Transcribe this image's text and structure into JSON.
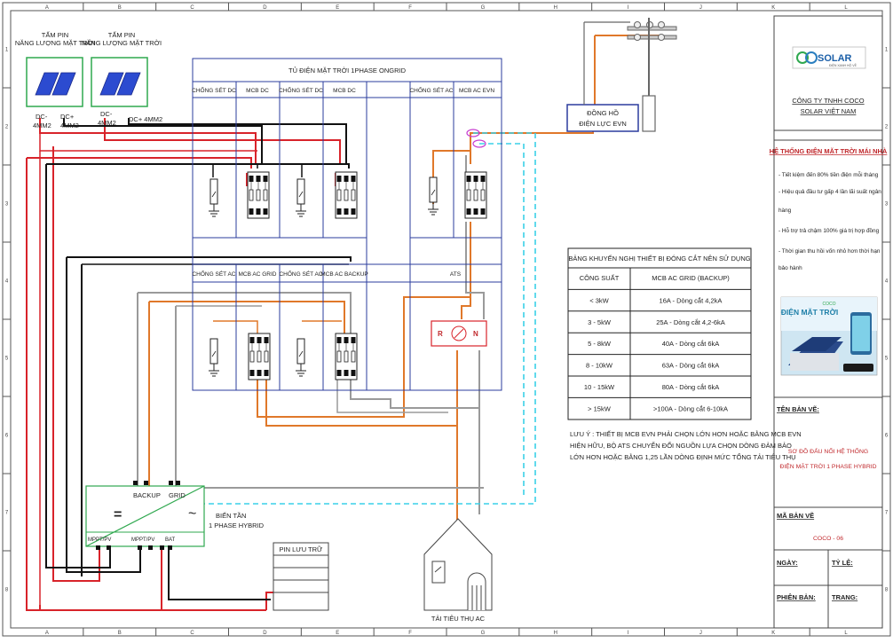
{
  "border": {
    "columns": [
      "A",
      "B",
      "C",
      "D",
      "E",
      "F",
      "G",
      "H",
      "I",
      "J",
      "K",
      "L"
    ],
    "rows": [
      "1",
      "2",
      "3",
      "4",
      "5",
      "6",
      "7",
      "8"
    ]
  },
  "panels": {
    "panel1_label_1": "TẤM PIN",
    "panel1_label_2": "NĂNG LƯỢNG MẶT TRỜI",
    "panel2_label_1": "TẤM PIN",
    "panel2_label_2": "NĂNG LƯỢNG MẶT TRỜI",
    "p1_neg": "DC-",
    "p1_neg_size": "4MM2",
    "p1_pos": "DC+",
    "p1_pos_size": "4MM2",
    "p2_neg": "DC-",
    "p2_neg_size": "4MM2",
    "p2_pos": "DC+ 4MM2"
  },
  "cabinet": {
    "title": "TỦ ĐIỆN MẶT TRỜI 1PHASE ONGRID",
    "top_headers": [
      "CHỐNG SÉT DC",
      "MCB DC",
      "CHỐNG SÉT DC",
      "MCB DC",
      "CHỐNG SÉT AC",
      "MCB AC EVN"
    ],
    "bottom_headers": [
      "CHỐNG SÉT AC",
      "MCB AC GRID",
      "CHỐNG SÉT AC",
      "MCB AC BACKUP",
      "ATS"
    ]
  },
  "meter": {
    "line1": "ĐỒNG HỒ",
    "line2": "ĐIỆN LỰC EVN"
  },
  "ats": {
    "left": "R",
    "right": "N"
  },
  "inverter": {
    "backup": "BACKUP",
    "grid": "GRID",
    "dc_symbol": "=",
    "ac_symbol": "~",
    "mppt1": "MPPT/PV",
    "mppt2": "MPPT/PV",
    "bat": "BAT",
    "label_1": "BIẾN TẦN",
    "label_2": "1 PHASE HYBRID"
  },
  "battery": {
    "label": "PIN LƯU TRỮ"
  },
  "load": {
    "label": "TẢI TIÊU THỤ AC"
  },
  "table": {
    "title": "BẢNG KHUYẾN NGHỊ THIẾT BỊ ĐÓNG CẮT NÊN SỬ DỤNG",
    "headers": [
      "CÔNG SUẤT",
      "MCB AC GRID (BACKUP)"
    ],
    "rows": [
      [
        "< 3kW",
        "16A - Dòng cắt 4,2kA"
      ],
      [
        "3 - 5kW",
        "25A - Dòng cắt 4,2-6kA"
      ],
      [
        "5 - 8kW",
        "40A - Dòng cắt 6kA"
      ],
      [
        "8 - 10kW",
        "63A - Dòng cắt 6kA"
      ],
      [
        "10 - 15kW",
        "80A - Dòng cắt 6kA"
      ],
      [
        "> 15kW",
        ">100A - Dòng cắt 6-10kA"
      ]
    ],
    "note_1": "LƯU Ý : THIẾT BỊ MCB EVN PHẢI CHỌN LỚN HƠN HOẶC BẰNG MCB EVN",
    "note_2": "HIỆN HỮU, BỘ ATS CHUYỂN ĐỔI NGUỒN LỰA CHỌN DÒNG ĐẢM BẢO",
    "note_3": "LỚN HƠN HOẶC BẰNG 1,25 LẦN DÒNG ĐỊNH MỨC TỔNG TẢI TIÊU THỤ"
  },
  "title_block": {
    "logo_text": "SOLAR",
    "logo_sub": "ĐIỆN XANH HỘ VỀ",
    "company_1": "CÔNG TY TNHH COCO",
    "company_2": "SOLAR VIỆT NAM",
    "system_title": "HỆ THỐNG ĐIỆN MẶT TRỜI MÁI NHÀ",
    "bullets": [
      "- Tiết kiệm đến 80% tiền điện mỗi tháng",
      "- Hiệu quả đầu tư gấp 4 lần lãi suất ngân",
      "hàng",
      "- Hỗ trợ trả chậm 100% giá trị hợp đồng",
      "- Thời gian thu hồi vốn nhỏ hơn thời hạn",
      "bảo hành"
    ],
    "promo_brand": "COCO",
    "promo_title": "ĐIỆN MẶT TRỜI",
    "drawing_name_label": "TÊN BẢN VẼ:",
    "drawing_name_1": "SƠ ĐỒ ĐẤU NỐI HỆ THỐNG",
    "drawing_name_2": "ĐIỆN MẶT TRỜI 1 PHASE HYBRID",
    "drawing_code_label": "MÃ BẢN VẼ",
    "drawing_code": "COCO - 06",
    "date_label": "NGÀY:",
    "scale_label": "TỶ LỆ:",
    "version_label": "PHIÊN BẢN:",
    "page_label": "TRANG:"
  },
  "colors": {
    "red_wire": "#d8232a",
    "black_wire": "#111111",
    "orange_wire": "#e0782a",
    "gray_wire": "#9a9a9a",
    "cyan_wire": "#3ad0e8",
    "cabinet_line": "#2b3c9e",
    "panel_green": "#2fa84f",
    "inverter_green": "#2fa84f"
  }
}
